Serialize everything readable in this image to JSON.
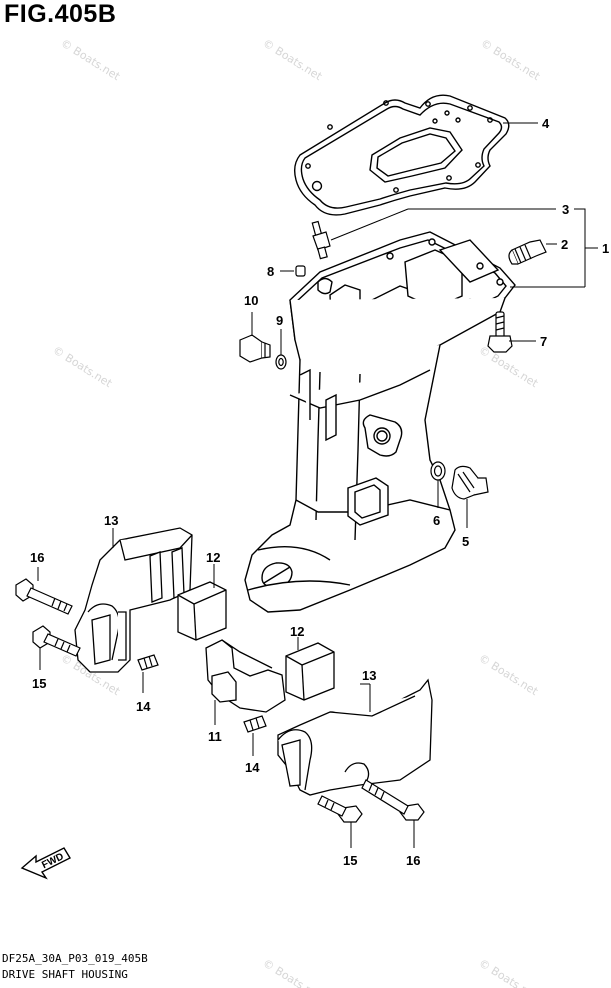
{
  "figure": {
    "title": "FIG.405B",
    "code": "DF25A_30A_P03_019_405B",
    "name": "DRIVE SHAFT HOUSING"
  },
  "watermark": "© Boats.net",
  "callouts": [
    "1",
    "2",
    "3",
    "4",
    "5",
    "6",
    "7",
    "8",
    "9",
    "10",
    "11",
    "12",
    "12",
    "13",
    "13",
    "14",
    "14",
    "15",
    "15",
    "16",
    "16"
  ],
  "fwd_label": "FWD"
}
